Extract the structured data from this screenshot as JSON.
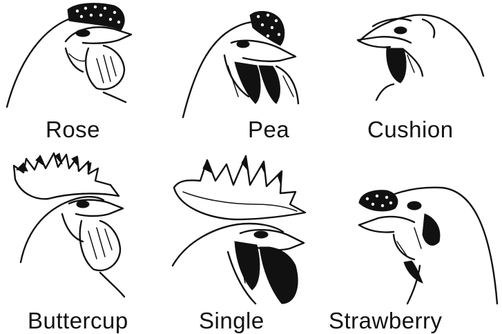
{
  "comb_types": [
    {
      "name": "Rose"
    },
    {
      "name": "Pea"
    },
    {
      "name": "Cushion"
    },
    {
      "name": "Buttercup"
    },
    {
      "name": "Single"
    },
    {
      "name": "Strawberry"
    }
  ]
}
